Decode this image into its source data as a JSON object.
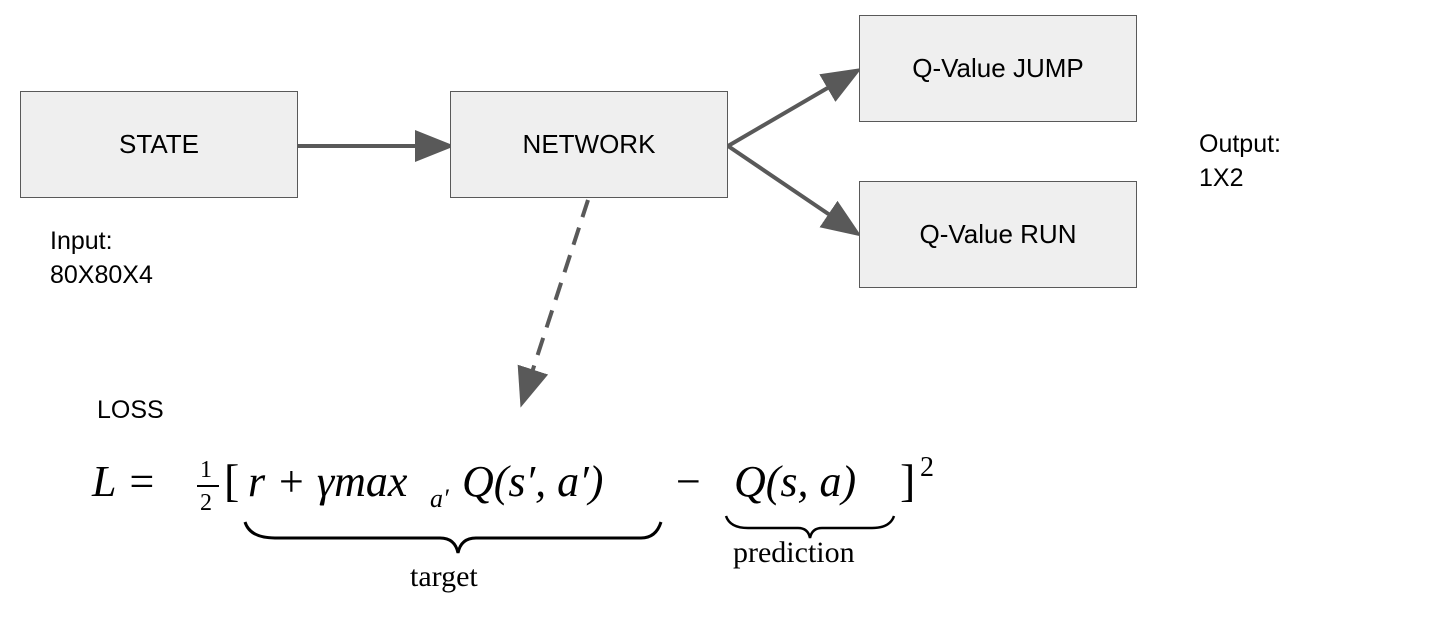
{
  "diagram": {
    "nodes": {
      "state": "STATE",
      "network": "NETWORK",
      "q_jump": "Q-Value JUMP",
      "q_run": "Q-Value RUN"
    },
    "input_note": [
      "Input:",
      "80X80X4"
    ],
    "output_note": [
      "Output:",
      "1X2"
    ],
    "loss_label": "LOSS",
    "edges": [
      {
        "from": "state",
        "to": "network",
        "style": "solid"
      },
      {
        "from": "network",
        "to": "q_jump",
        "style": "solid"
      },
      {
        "from": "network",
        "to": "q_run",
        "style": "solid"
      },
      {
        "from": "network",
        "to": "loss",
        "style": "dashed"
      }
    ]
  },
  "formula": {
    "lhs": "L = ",
    "frac_num": "1",
    "frac_den": "2",
    "open_bracket": "[",
    "target_expr": "r + γmax",
    "target_sub": "a′",
    "target_q": "Q(s′, a′)",
    "minus": "−",
    "prediction_expr": "Q(s, a)",
    "close_bracket": "]",
    "power": "2",
    "target_label": "target",
    "prediction_label": "prediction"
  }
}
